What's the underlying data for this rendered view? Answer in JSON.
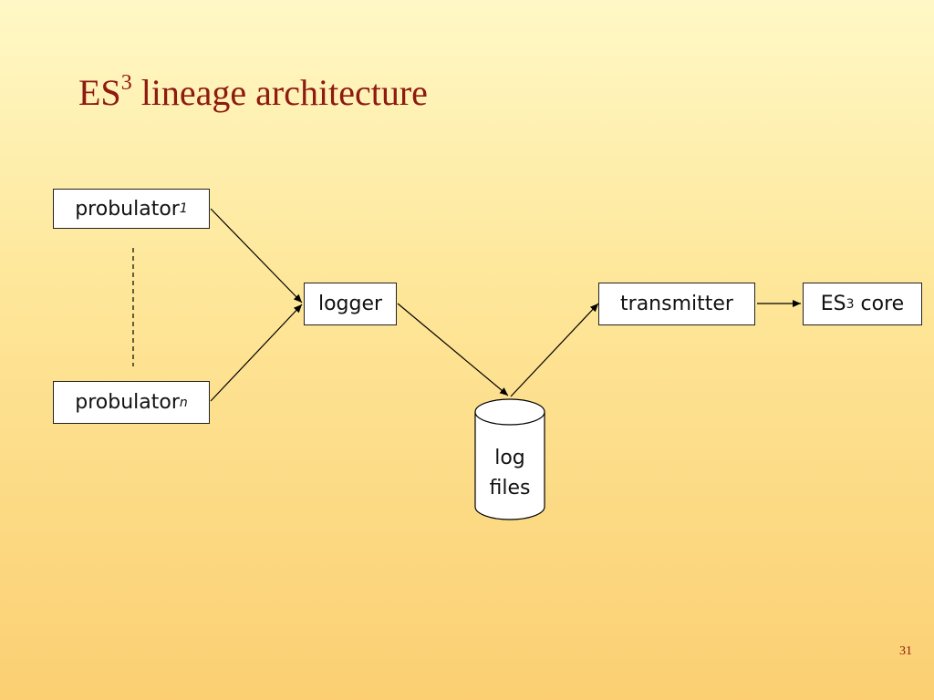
{
  "slide": {
    "title": {
      "prefix": "ES",
      "sup": "3",
      "rest": " lineage architecture"
    },
    "page_number": "31"
  },
  "diagram": {
    "nodes": {
      "probulator_1": {
        "text": "probulator",
        "sub": "1"
      },
      "probulator_n": {
        "text": "probulator",
        "sub": "n"
      },
      "logger": {
        "text": "logger"
      },
      "transmitter": {
        "text": "transmitter"
      },
      "es3_core": {
        "prefix": "ES",
        "sup": "3",
        "rest": " core"
      },
      "log_files": {
        "line1": "log",
        "line2": "files"
      }
    },
    "edges": [
      {
        "from": "probulator_1",
        "to": "logger"
      },
      {
        "from": "probulator_n",
        "to": "logger"
      },
      {
        "from": "logger",
        "to": "log_files"
      },
      {
        "from": "log_files",
        "to": "transmitter"
      },
      {
        "from": "transmitter",
        "to": "es3_core"
      }
    ]
  }
}
